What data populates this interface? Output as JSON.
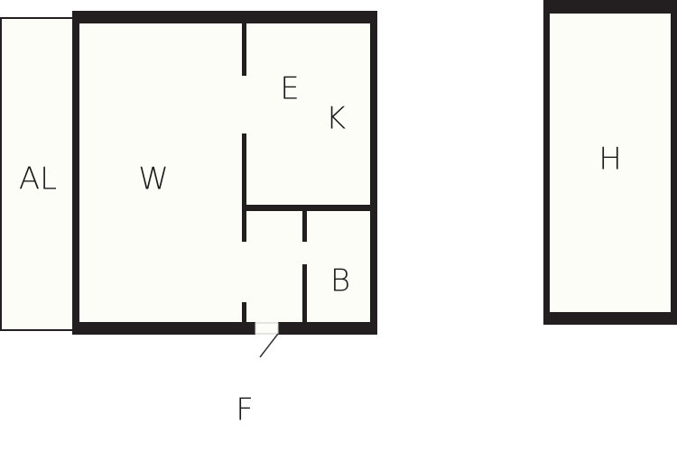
{
  "title": "Floor plan",
  "colors": {
    "wall": "#231f20",
    "floor": "#fdfdf8",
    "background": "#ffffff"
  },
  "rooms": {
    "al": "AL",
    "w": "W",
    "e": "E",
    "k": "K",
    "b": "B",
    "h": "H",
    "f": "F"
  }
}
